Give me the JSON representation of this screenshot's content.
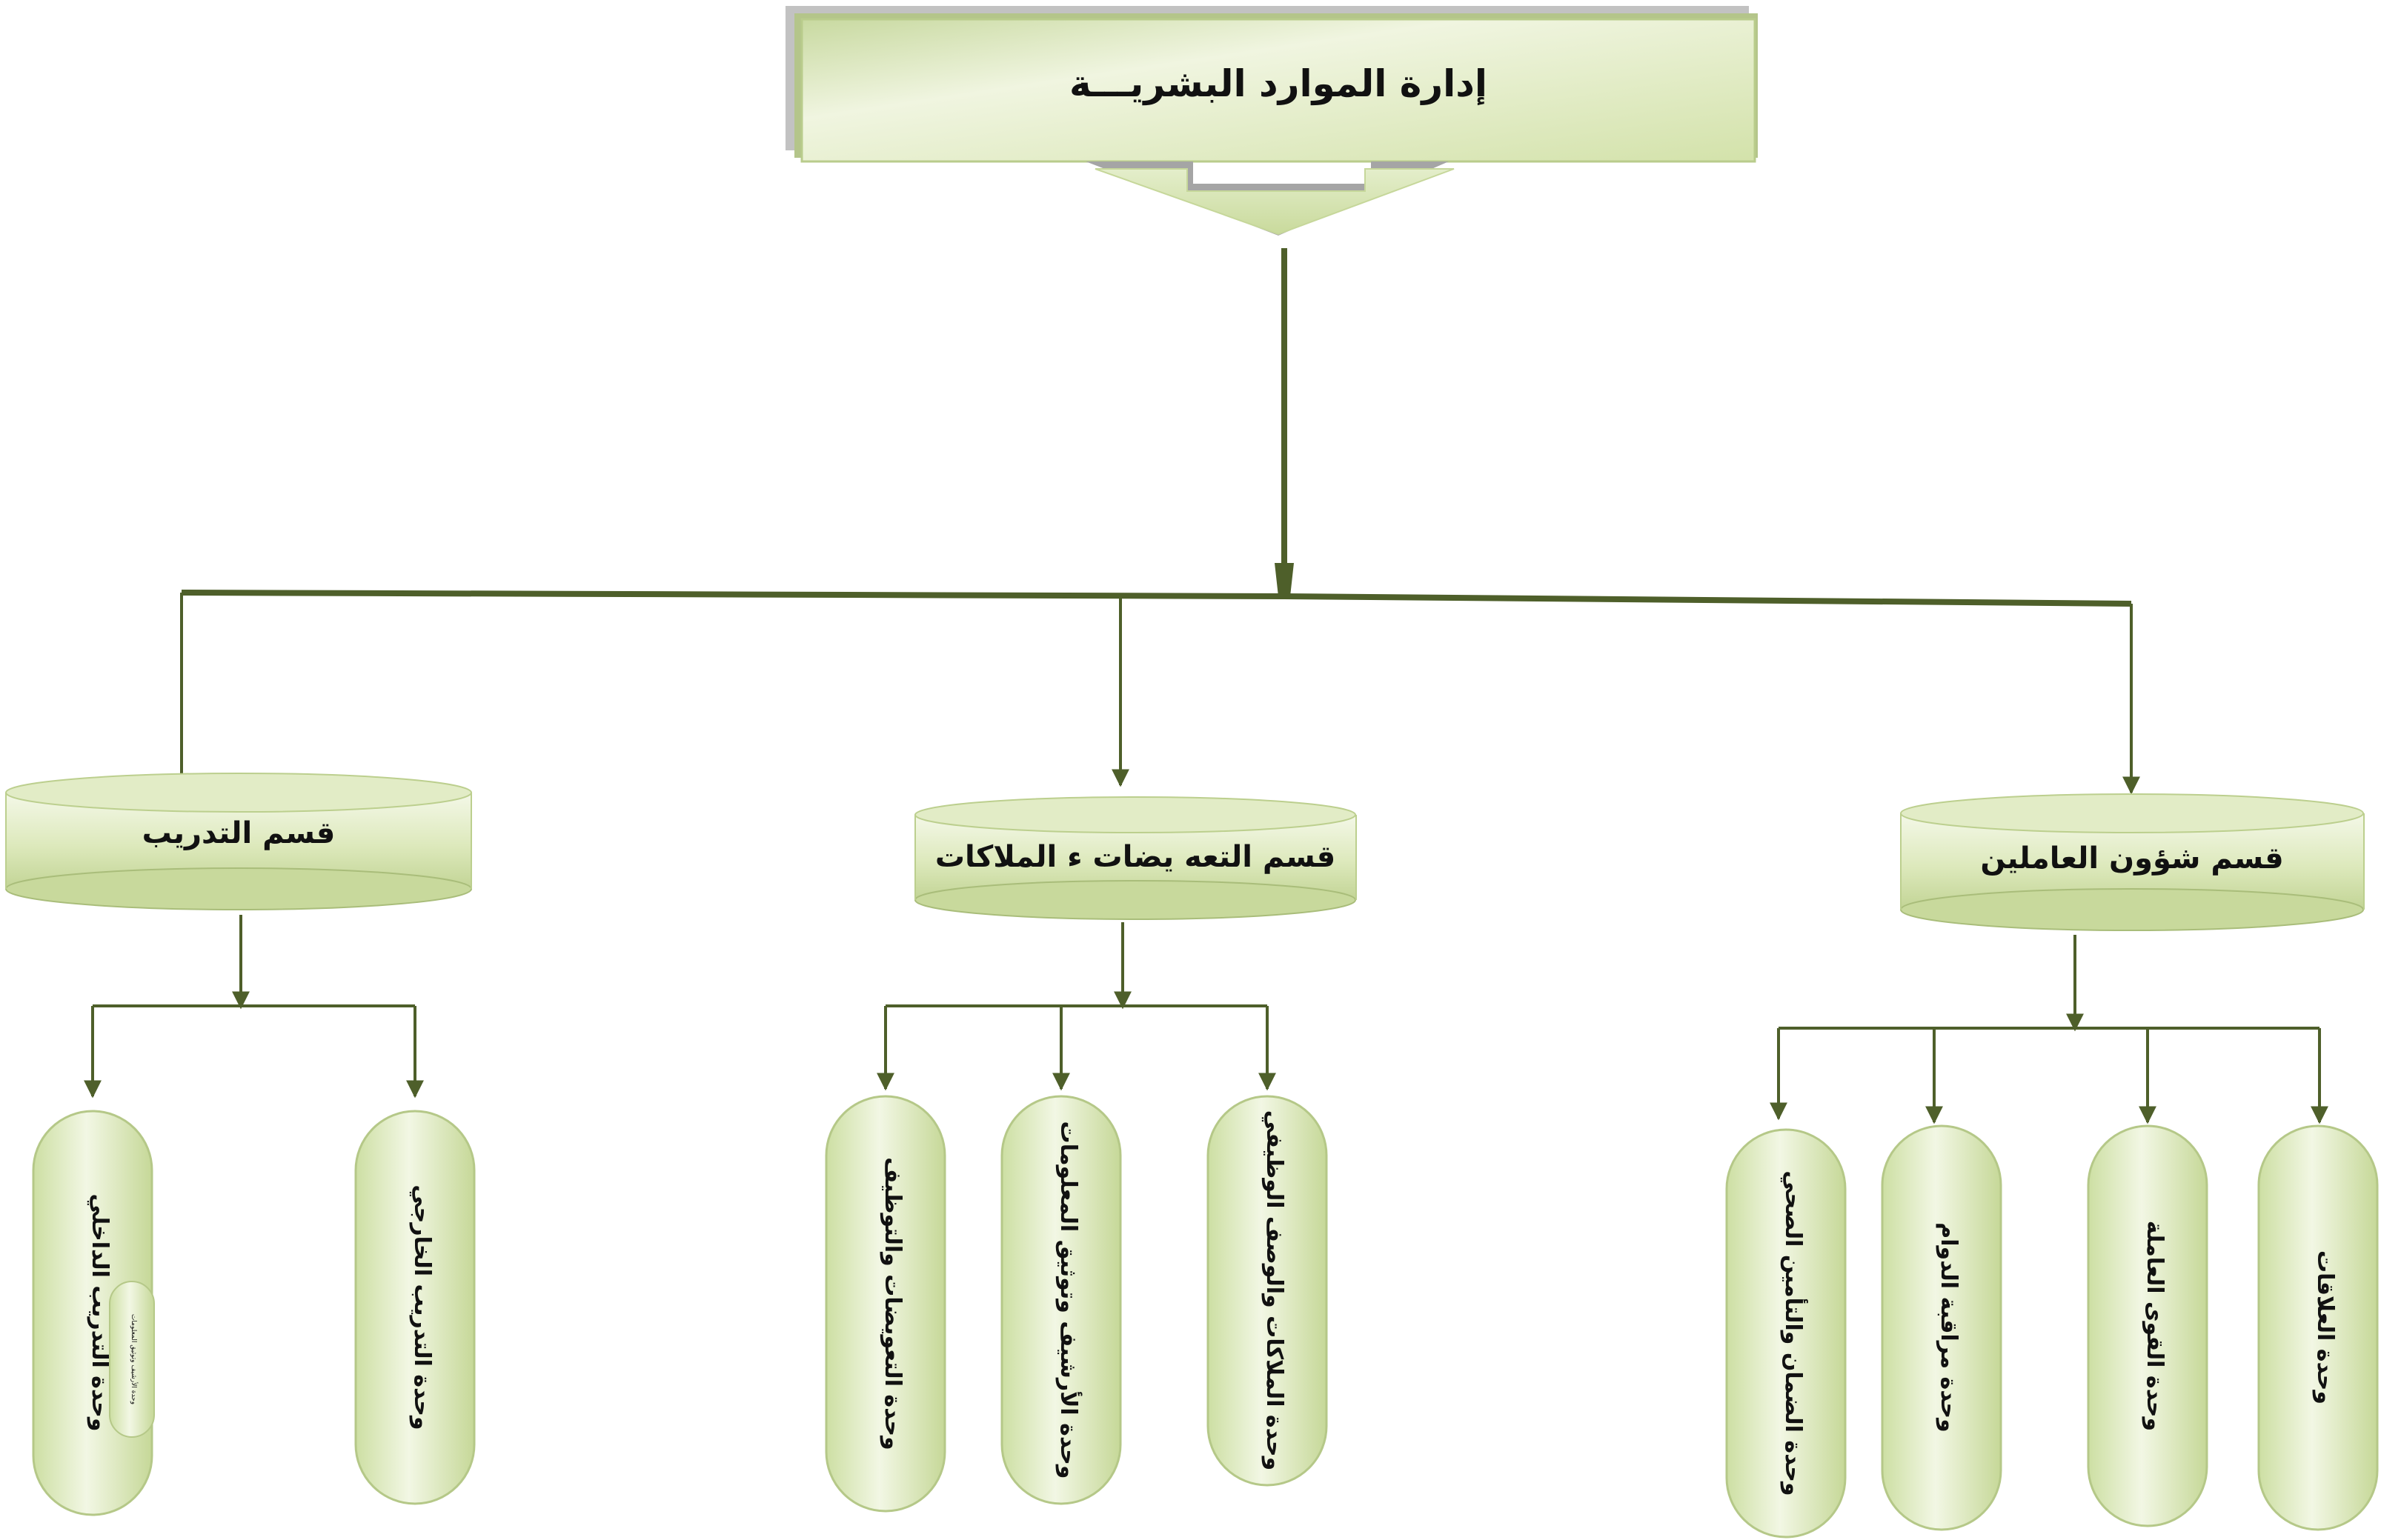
{
  "colors": {
    "fill_light": "#f1f5e2",
    "fill_mid": "#dbe7b8",
    "fill_dark": "#c3d596",
    "line": "#4e5f2a",
    "text": "#111111"
  },
  "top": {
    "label": "إدارة الموارد البشريـــة"
  },
  "departments": [
    {
      "label": "قسم التدريب",
      "units": [
        {
          "label": "وحدة التدريب الداخلي",
          "overlay": "وحدة الأرشيف وتوثيق المعلومات"
        },
        {
          "label": "وحدة التدريب الخارجي"
        }
      ]
    },
    {
      "label": "قسم التعه يضات ء الملاكات",
      "units": [
        {
          "label": "وحدة التعويضات والتوظيف"
        },
        {
          "label": "وحدة الأرشيف وتوثيق المعلومات"
        },
        {
          "label": "وحدة الملاكات والوصف الوظيفي"
        }
      ]
    },
    {
      "label": "قسم شؤون العاملين",
      "units": [
        {
          "label": "وحدة الضمان والتأمين الصحي"
        },
        {
          "label": "وحدة مراقبة الدوام"
        },
        {
          "label": "وحدة القوى العاملة"
        },
        {
          "label": "وحدة العلاقات"
        }
      ]
    }
  ]
}
